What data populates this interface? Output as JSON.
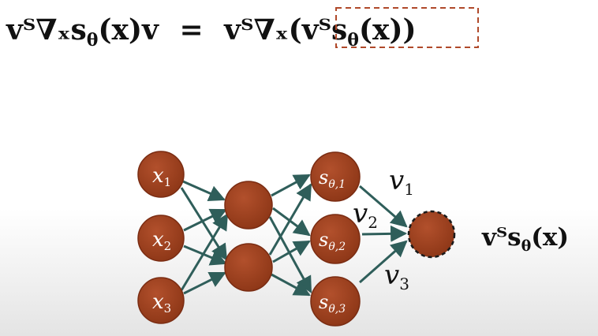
{
  "equation": {
    "lhs": "vᵀ∇ₓs",
    "lhs_theta": "θ",
    "lhs_tail": "(x)v",
    "equals": "=",
    "rhs_pre": "vᵀ∇ₓ(",
    "rhs_boxed": "vᵀs",
    "rhs_boxed_theta": "θ",
    "rhs_boxed_tail": "(x)",
    "rhs_post": ")"
  },
  "network": {
    "inputs": [
      {
        "base": "x",
        "sub": "1"
      },
      {
        "base": "x",
        "sub": "2"
      },
      {
        "base": "x",
        "sub": "3"
      }
    ],
    "outputs": [
      {
        "base": "s",
        "sub": "θ,1"
      },
      {
        "base": "s",
        "sub": "θ,2"
      },
      {
        "base": "s",
        "sub": "θ,3"
      }
    ],
    "weights": [
      {
        "base": "v",
        "sub": "1"
      },
      {
        "base": "v",
        "sub": "2"
      },
      {
        "base": "v",
        "sub": "3"
      }
    ],
    "result": {
      "main": "vᵀs",
      "theta": "θ",
      "tail": "(x)"
    }
  },
  "colors": {
    "node": "#a0401f",
    "node_edge": "#7a2c12",
    "arrow": "#2f5e5a",
    "dash_box": "#b0492a"
  }
}
